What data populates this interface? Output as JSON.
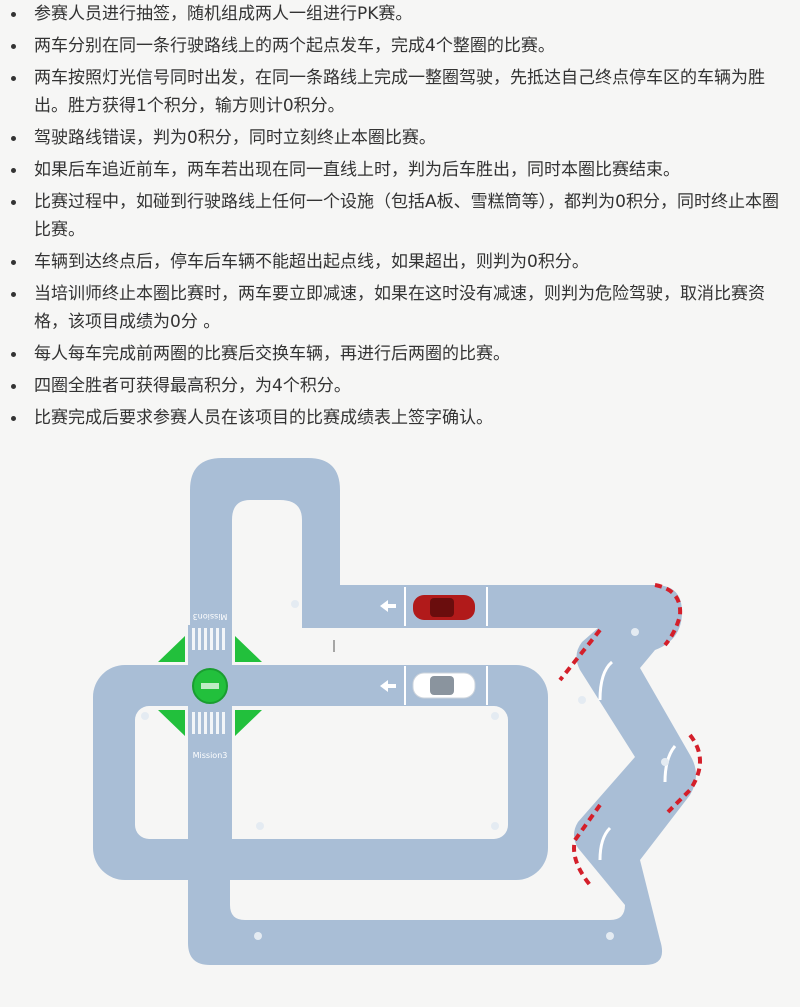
{
  "rules": [
    "参赛人员进行抽签，随机组成两人一组进行PK赛。",
    "两车分别在同一条行驶路线上的两个起点发车，完成4个整圈的比赛。",
    "两车按照灯光信号同时出发，在同一条路线上完成一整圈驾驶，先抵达自己终点停车区的车辆为胜出。胜方获得1个积分，输方则计0积分。",
    "驾驶路线错误，判为0积分，同时立刻终止本圈比赛。",
    "如果后车追近前车，两车若出现在同一直线上时，判为后车胜出，同时本圈比赛结束。",
    "比赛过程中，如碰到行驶路线上任何一个设施（包括A板、雪糕筒等），都判为0积分，同时终止本圈比赛。",
    "车辆到达终点后，停车后车辆不能超出起点线，如果超出，则判为0积分。",
    "当培训师终止本圈比赛时，两车要立即减速，如果在这时没有减速，则判为危险驾驶，取消比赛资格，该项目成绩为0分 。",
    "每人每车完成前两圈的比赛后交换车辆，再进行后两圈的比赛。",
    "四圈全胜者可获得最高积分，为4个积分。",
    "比赛完成后要求参赛人员在该项目的比赛成绩表上签字确认。"
  ],
  "map": {
    "mission_top": "Mission3",
    "mission_bottom": "Mission3",
    "track_color": "#a9bed6",
    "track_inner_color": "#f6f6f5",
    "light_color": "#22c03c",
    "car_red": "#b11a1a",
    "car_white": "#ffffff",
    "dash_red": "#d41f2a"
  }
}
